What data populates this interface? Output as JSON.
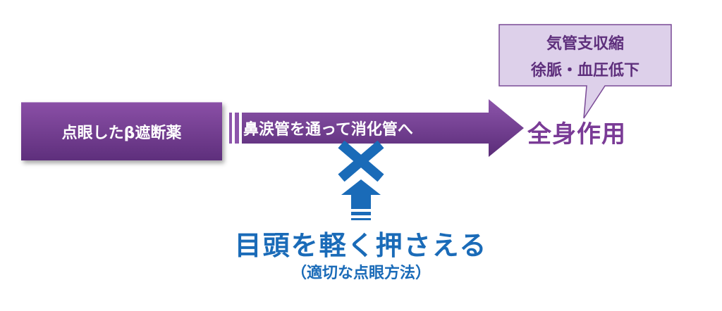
{
  "drug_box": {
    "label": "点眼したβ遮断薬"
  },
  "pathway": {
    "label": "鼻涙管を通って消化管へ"
  },
  "effect": {
    "label": "全身作用"
  },
  "callout": {
    "line1": "気管支収縮",
    "line2": "徐脈・血圧低下"
  },
  "block": {
    "action": "目頭を軽く押さえる",
    "method": "（適切な点眼方法）"
  },
  "colors": {
    "purple": "#6b3a8a",
    "blue": "#1a6bb8",
    "callout_fill": "#ddd0ea"
  },
  "icons": {
    "block": "cross-icon",
    "push": "up-arrow-icon"
  }
}
